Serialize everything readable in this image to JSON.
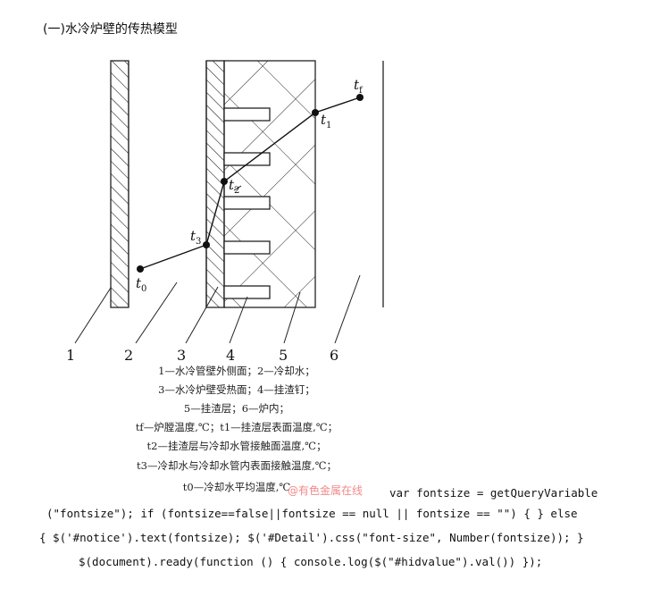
{
  "heading": "(一)水冷炉壁的传热模型",
  "diagram": {
    "point_labels": [
      "t0",
      "t3",
      "t2",
      "t1",
      "tf"
    ],
    "region_numbers": [
      "1",
      "2",
      "3",
      "4",
      "5",
      "6"
    ]
  },
  "caption": [
    "1—水冷管壁外侧面；2—冷却水；",
    "3—水冷炉壁受热面；4—挂渣钉；",
    "5—挂渣层；6—炉内；",
    "tf—炉膛温度,℃；t1—挂渣层表面温度,℃；",
    "t2—挂渣层与冷却水管接触面温度,℃；",
    "t3—冷却水与冷却水管内表面接触温度,℃；",
    "t0—冷却水平均温度,℃"
  ],
  "watermark": "@有色金属在线",
  "code_lines": [
    "var fontsize = getQueryVariable",
    "(\"fontsize\"); if (fontsize==false||fontsize == null || fontsize == \"\") { } else",
    "{ $('#notice').text(fontsize); $('#Detail').css(\"font-size\", Number(fontsize)); }",
    "$(document).ready(function () { console.log($(\"#hidvalue\").val()) });"
  ]
}
